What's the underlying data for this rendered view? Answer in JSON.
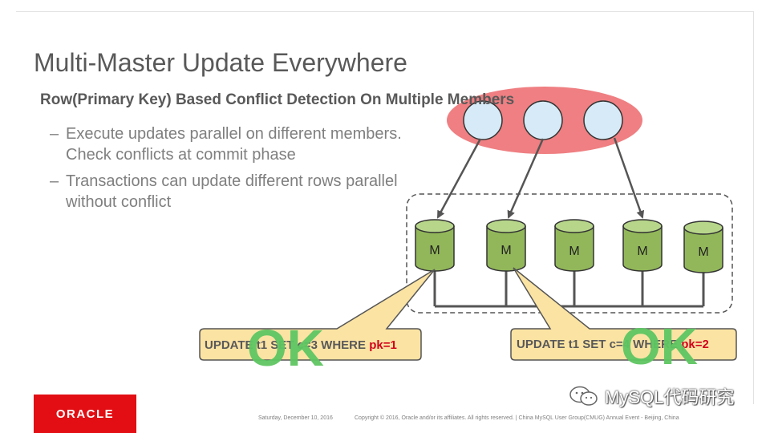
{
  "slide": {
    "title": "Multi-Master Update Everywhere",
    "subtitle": "Row(Primary Key) Based Conflict Detection On Multiple Members",
    "bullets": [
      "Execute updates parallel on different members. Check conflicts at commit phase",
      "Transactions can update different rows parallel without conflict"
    ],
    "bullet_marker": "–"
  },
  "diagram": {
    "members": [
      "M",
      "M",
      "M",
      "M",
      "M"
    ],
    "clients_count_label": "",
    "callout_left": {
      "prefix": "UPDATE t1 SET c=3 WHERE ",
      "pk": "pk=1"
    },
    "callout_right": {
      "prefix": "UPDATE t1 SET c=4 WHERE ",
      "pk": "pk=2"
    },
    "ok_left": "OK",
    "ok_right": "OK",
    "colors": {
      "client_group": "#ef7f82",
      "client_node": "#d6ebf7",
      "db_body": "#92b75a",
      "db_top": "#b7d68a",
      "callout_fill": "#fbe3a3",
      "ok_text": "#5ec662",
      "pk_text": "#d0021b"
    }
  },
  "footer": {
    "logo": "ORACLE",
    "date": "Saturday, December 10, 2016",
    "copyright": "Copyright © 2016, Oracle and/or its affiliates. All rights reserved.  |  China MySQL User Group(CMUG) Annual Event - Beijing, China"
  },
  "watermark": {
    "text": "MySQL代码研究",
    "icon": "wechat-icon"
  }
}
